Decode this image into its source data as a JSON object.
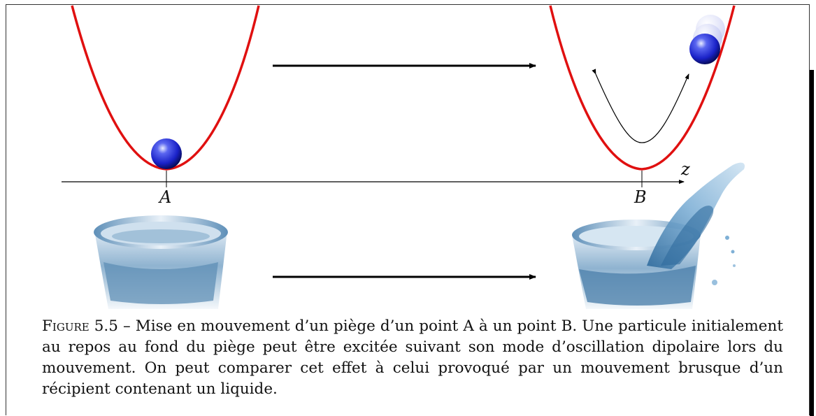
{
  "figure": {
    "point_labels": {
      "a": "A",
      "b": "B"
    },
    "axis_label": "z",
    "colors": {
      "trap_curve": "#e01010",
      "particle": "#1a22c8",
      "arrow": "#000000",
      "water": "#4a86b8"
    },
    "icons": [
      "particle-sphere-icon",
      "water-glass-icon",
      "water-splash-icon"
    ]
  },
  "caption": {
    "label": "Figure 5.5",
    "separator": " – ",
    "text": "Mise en mouvement d’un piège d’un point A à un point B. Une particule initialement au repos au fond du piège peut être excitée suivant son mode d’oscillation dipolaire lors du mouvement. On peut comparer cet effet à celui provoqué par un mouvement brusque d’un récipient contenant un liquide."
  }
}
